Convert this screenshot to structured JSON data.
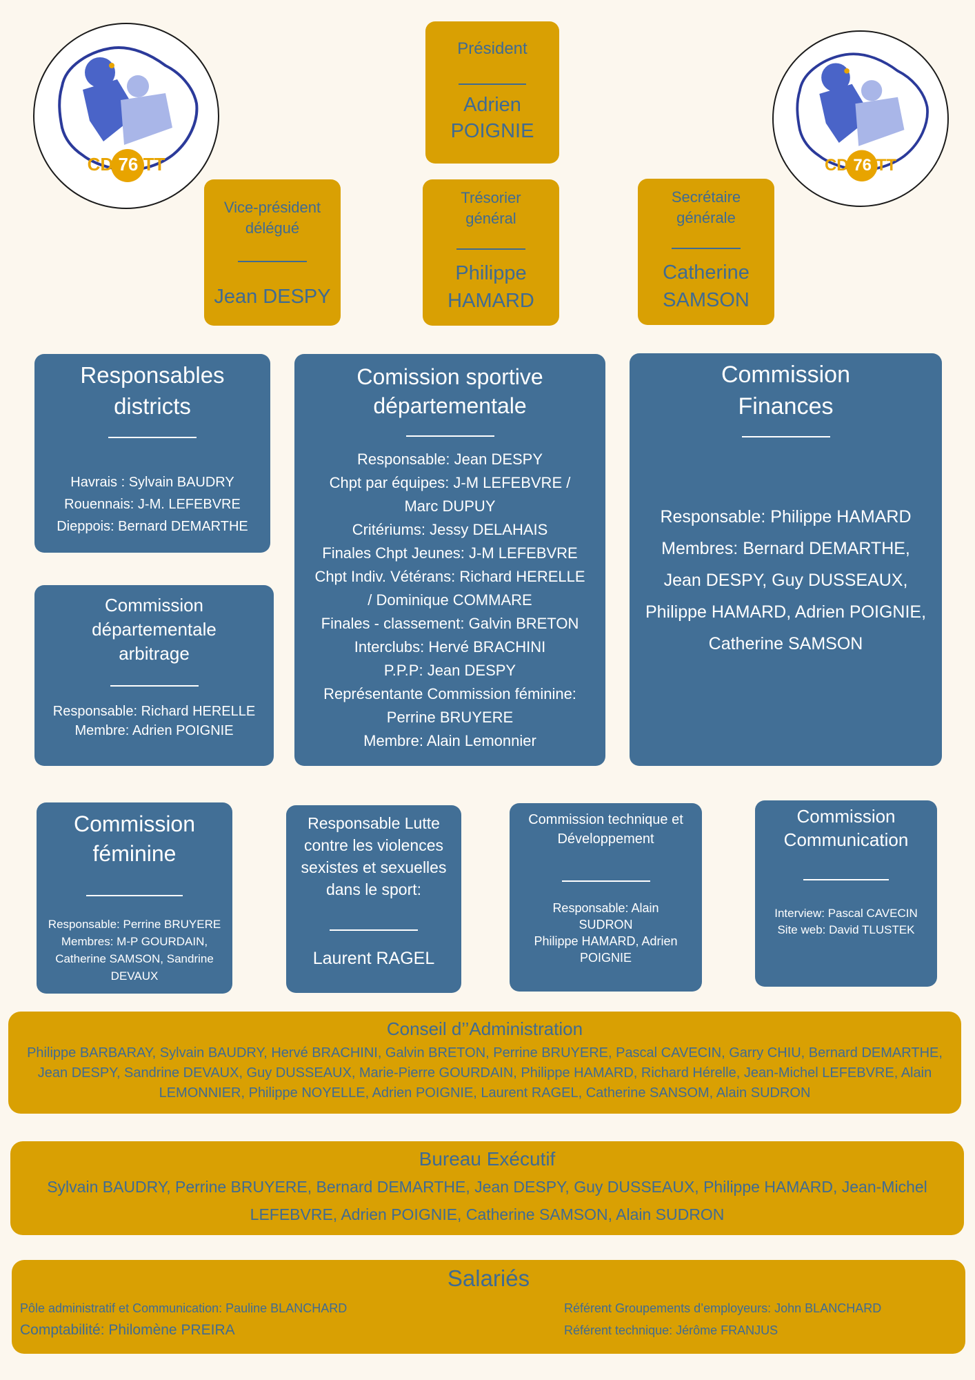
{
  "logo": {
    "text_left": "CD",
    "text_number": "76",
    "text_right": "TT"
  },
  "bureau": {
    "president": {
      "role": "Président",
      "name": "Adrien POIGNIE"
    },
    "vice_president": {
      "role": "Vice-président délégué",
      "name": "Jean DESPY"
    },
    "tresorier": {
      "role": "Trésorier général",
      "name": "Philippe HAMARD"
    },
    "secretaire": {
      "role": "Secrétaire générale",
      "name": "Catherine SAMSON"
    }
  },
  "districts": {
    "title": "Responsables districts",
    "lines": [
      "Havrais : Sylvain BAUDRY",
      "Rouennais: J-M. LEFEBVRE",
      "Dieppois: Bernard DEMARTHE"
    ]
  },
  "sportive": {
    "title": "Comission sportive départementale",
    "lines": [
      "Responsable: Jean DESPY",
      "Chpt par équipes: J-M LEFEBVRE /",
      "Marc DUPUY",
      "Critériums: Jessy DELAHAIS",
      "Finales Chpt Jeunes: J-M LEFEBVRE",
      "Chpt Indiv. Vétérans: Richard HERELLE",
      "/ Dominique COMMARE",
      "Finales - classement: Galvin BRETON",
      "Interclubs: Hervé BRACHINI",
      "P.P.P: Jean DESPY",
      "Représentante Commission féminine:",
      "Perrine BRUYERE",
      "Membre: Alain Lemonnier"
    ]
  },
  "finances": {
    "title": "Commission Finances",
    "lines": [
      "Responsable: Philippe HAMARD",
      "Membres: Bernard DEMARTHE,",
      "Jean DESPY, Guy DUSSEAUX,",
      "Philippe HAMARD, Adrien POIGNIE,",
      "Catherine SAMSON"
    ]
  },
  "arbitrage": {
    "title": "Commission départementale arbitrage",
    "lines": [
      "Responsable: Richard HERELLE",
      "Membre: Adrien POIGNIE"
    ]
  },
  "feminine": {
    "title": "Commission féminine",
    "lines": [
      "Responsable: Perrine BRUYERE",
      "Membres: M-P GOURDAIN,",
      "Catherine SAMSON, Sandrine",
      "DEVAUX"
    ]
  },
  "violences": {
    "title": "Responsable Lutte contre les violences sexistes et sexuelles dans le sport:",
    "name": "Laurent RAGEL"
  },
  "technique": {
    "title": "Commission technique et Développement",
    "lines": [
      "Responsable: Alain",
      "SUDRON",
      "Philippe HAMARD, Adrien",
      "POIGNIE"
    ]
  },
  "communication": {
    "title": "Commission Communication",
    "lines": [
      "Interview: Pascal CAVECIN",
      "Site web: David TLUSTEK"
    ]
  },
  "conseil": {
    "title": "Conseil d’’Administration",
    "lines": [
      "Philippe BARBARAY, Sylvain BAUDRY, Hervé BRACHINI, Galvin BRETON, Perrine BRUYERE, Pascal CAVECIN, Garry CHIU, Bernard DEMARTHE,",
      "Jean DESPY, Sandrine DEVAUX, Guy DUSSEAUX, Marie-Pierre GOURDAIN, Philippe HAMARD, Richard Hérelle, Jean-Michel LEFEBVRE, Alain",
      "LEMONNIER, Philippe NOYELLE, Adrien POIGNIE, Laurent RAGEL, Catherine SANSOM, Alain SUDRON"
    ]
  },
  "executif": {
    "title": "Bureau Exécutif",
    "lines": [
      "Sylvain BAUDRY, Perrine BRUYERE, Bernard DEMARTHE, Jean DESPY, Guy DUSSEAUX, Philippe HAMARD, Jean-Michel",
      "LEFEBVRE, Adrien POIGNIE, Catherine SAMSON, Alain SUDRON"
    ]
  },
  "salaries": {
    "title": "Salariés",
    "left": [
      "Pôle administratif et Communication: Pauline BLANCHARD",
      "Comptabilité: Philomène PREIRA"
    ],
    "right": [
      "Référent Groupements d’employeurs: John BLANCHARD",
      "Référent technique: Jérôme FRANJUS"
    ]
  },
  "colors": {
    "gold": "#d9a003",
    "blue": "#426f96",
    "text_on_gold": "#3f6b93",
    "background": "#fcf7ee"
  }
}
